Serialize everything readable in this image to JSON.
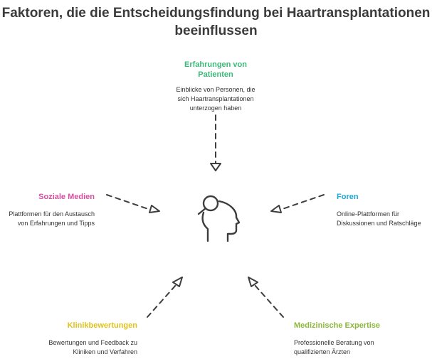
{
  "title": "Faktoren, die die Entscheidungsfindung bei Haartransplantationen\nbeeinflussen",
  "colors": {
    "patient": "#3cb878",
    "social": "#d94fa0",
    "forums": "#1fa8d6",
    "clinic": "#e0c21a",
    "medical": "#8cb83a",
    "line": "#3d3d3d"
  },
  "nodes": {
    "patient": {
      "label": "Erfahrungen von\nPatienten",
      "desc": "Einblicke von Personen, die\nsich Haartransplantationen\nunterzogen haben"
    },
    "social": {
      "label": "Soziale Medien",
      "desc": "Plattformen für den Austausch\nvon Erfahrungen und Tipps"
    },
    "forums": {
      "label": "Foren",
      "desc": "Online-Plattformen für\nDiskussionen und Ratschläge"
    },
    "clinic": {
      "label": "Klinikbewertungen",
      "desc": "Bewertungen und Feedback zu\nKliniken und Verfahren"
    },
    "medical": {
      "label": "Medizinische Expertise",
      "desc": "Professionelle Beratung von\nqualifizierten Ärzten"
    }
  },
  "center_icon": "person-search-icon"
}
